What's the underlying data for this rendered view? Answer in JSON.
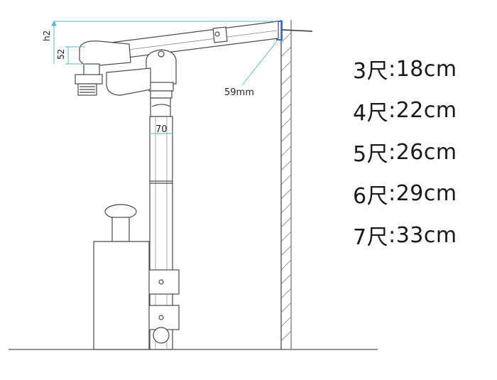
{
  "diagram": {
    "dimension_labels": {
      "h2": "h2",
      "height_52": "52",
      "offset_59mm": "59mm",
      "pipe_70": "70"
    }
  },
  "specs": [
    {
      "size": "3尺",
      "sep": ":",
      "value": "18cm"
    },
    {
      "size": "4尺",
      "sep": ":",
      "value": "22cm"
    },
    {
      "size": "5尺",
      "sep": ":",
      "value": "26cm"
    },
    {
      "size": "6尺",
      "sep": ":",
      "value": "29cm"
    },
    {
      "size": "7尺",
      "sep": ":",
      "value": "33cm"
    }
  ],
  "colors": {
    "line": "#4a4a4a",
    "dimension": "#5fb0d6",
    "accent": "#2d6fd6"
  }
}
